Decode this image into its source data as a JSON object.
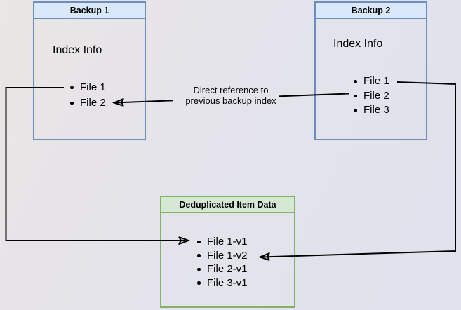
{
  "colors": {
    "backup_header_fill": "#dae8fc",
    "backup_border": "#6c8ebf",
    "dedup_header_fill": "#d5e8d4",
    "dedup_border": "#82b366",
    "arrow": "#000000",
    "background": "#e3e3ec"
  },
  "boxes": {
    "backup1": {
      "title": "Backup 1",
      "subtitle": "Index Info",
      "files": [
        "File 1",
        "File 2"
      ]
    },
    "backup2": {
      "title": "Backup 2",
      "subtitle": "Index Info",
      "files": [
        "File 1",
        "File 2",
        "File 3"
      ]
    },
    "dedup": {
      "title": "Deduplicated Item Data",
      "files": [
        "File 1-v1",
        "File 1-v2",
        "File 2-v1",
        "File 3-v1"
      ]
    }
  },
  "edges": [
    {
      "from": "Backup 2 / File 2",
      "to": "Backup 1 / File 2",
      "label": "Direct reference to previous backup index",
      "label_line1": "Direct reference to",
      "label_line2": "previous backup index"
    },
    {
      "from": "Backup 1 / File 1",
      "to": "Deduplicated Item Data / File 1-v1"
    },
    {
      "from": "Backup 2 / File 1",
      "to": "Deduplicated Item Data / File 1-v2"
    }
  ]
}
